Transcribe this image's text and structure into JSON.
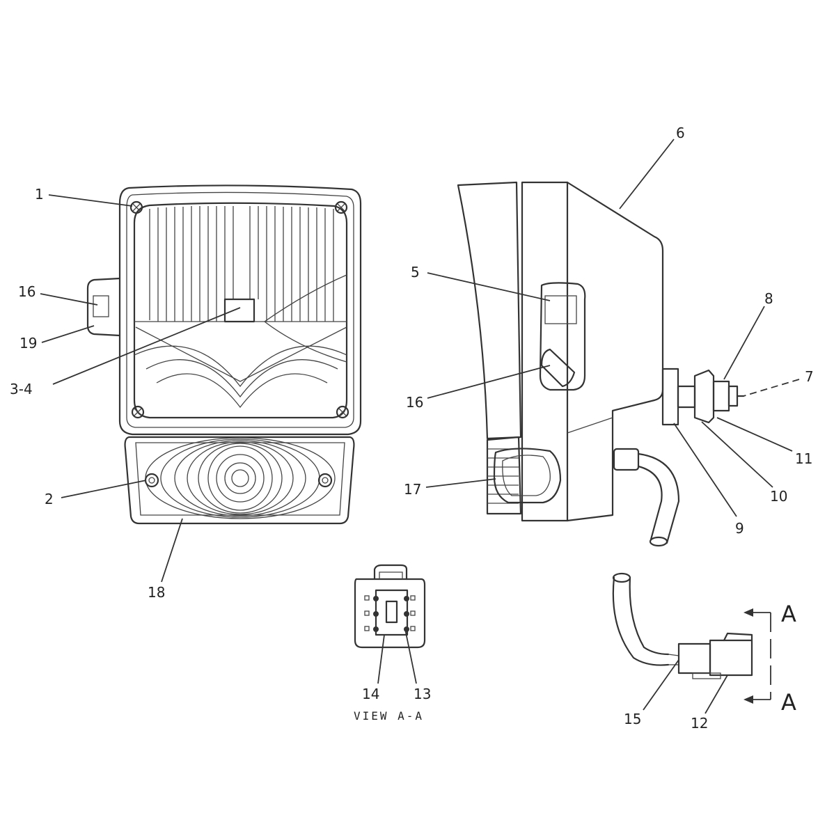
{
  "callouts": {
    "c1": "1",
    "c2": "2",
    "c3_4": "3-4",
    "c5": "5",
    "c6": "6",
    "c7": "7",
    "c8": "8",
    "c9": "9",
    "c10": "10",
    "c11": "11",
    "c12": "12",
    "c13": "13",
    "c14": "14",
    "c15": "15",
    "c16_front": "16",
    "c16_side": "16",
    "c17": "17",
    "c18": "18",
    "c19": "19"
  },
  "view_label": "VIEW  A-A",
  "section_marks": {
    "top": "A",
    "bottom": "A"
  }
}
